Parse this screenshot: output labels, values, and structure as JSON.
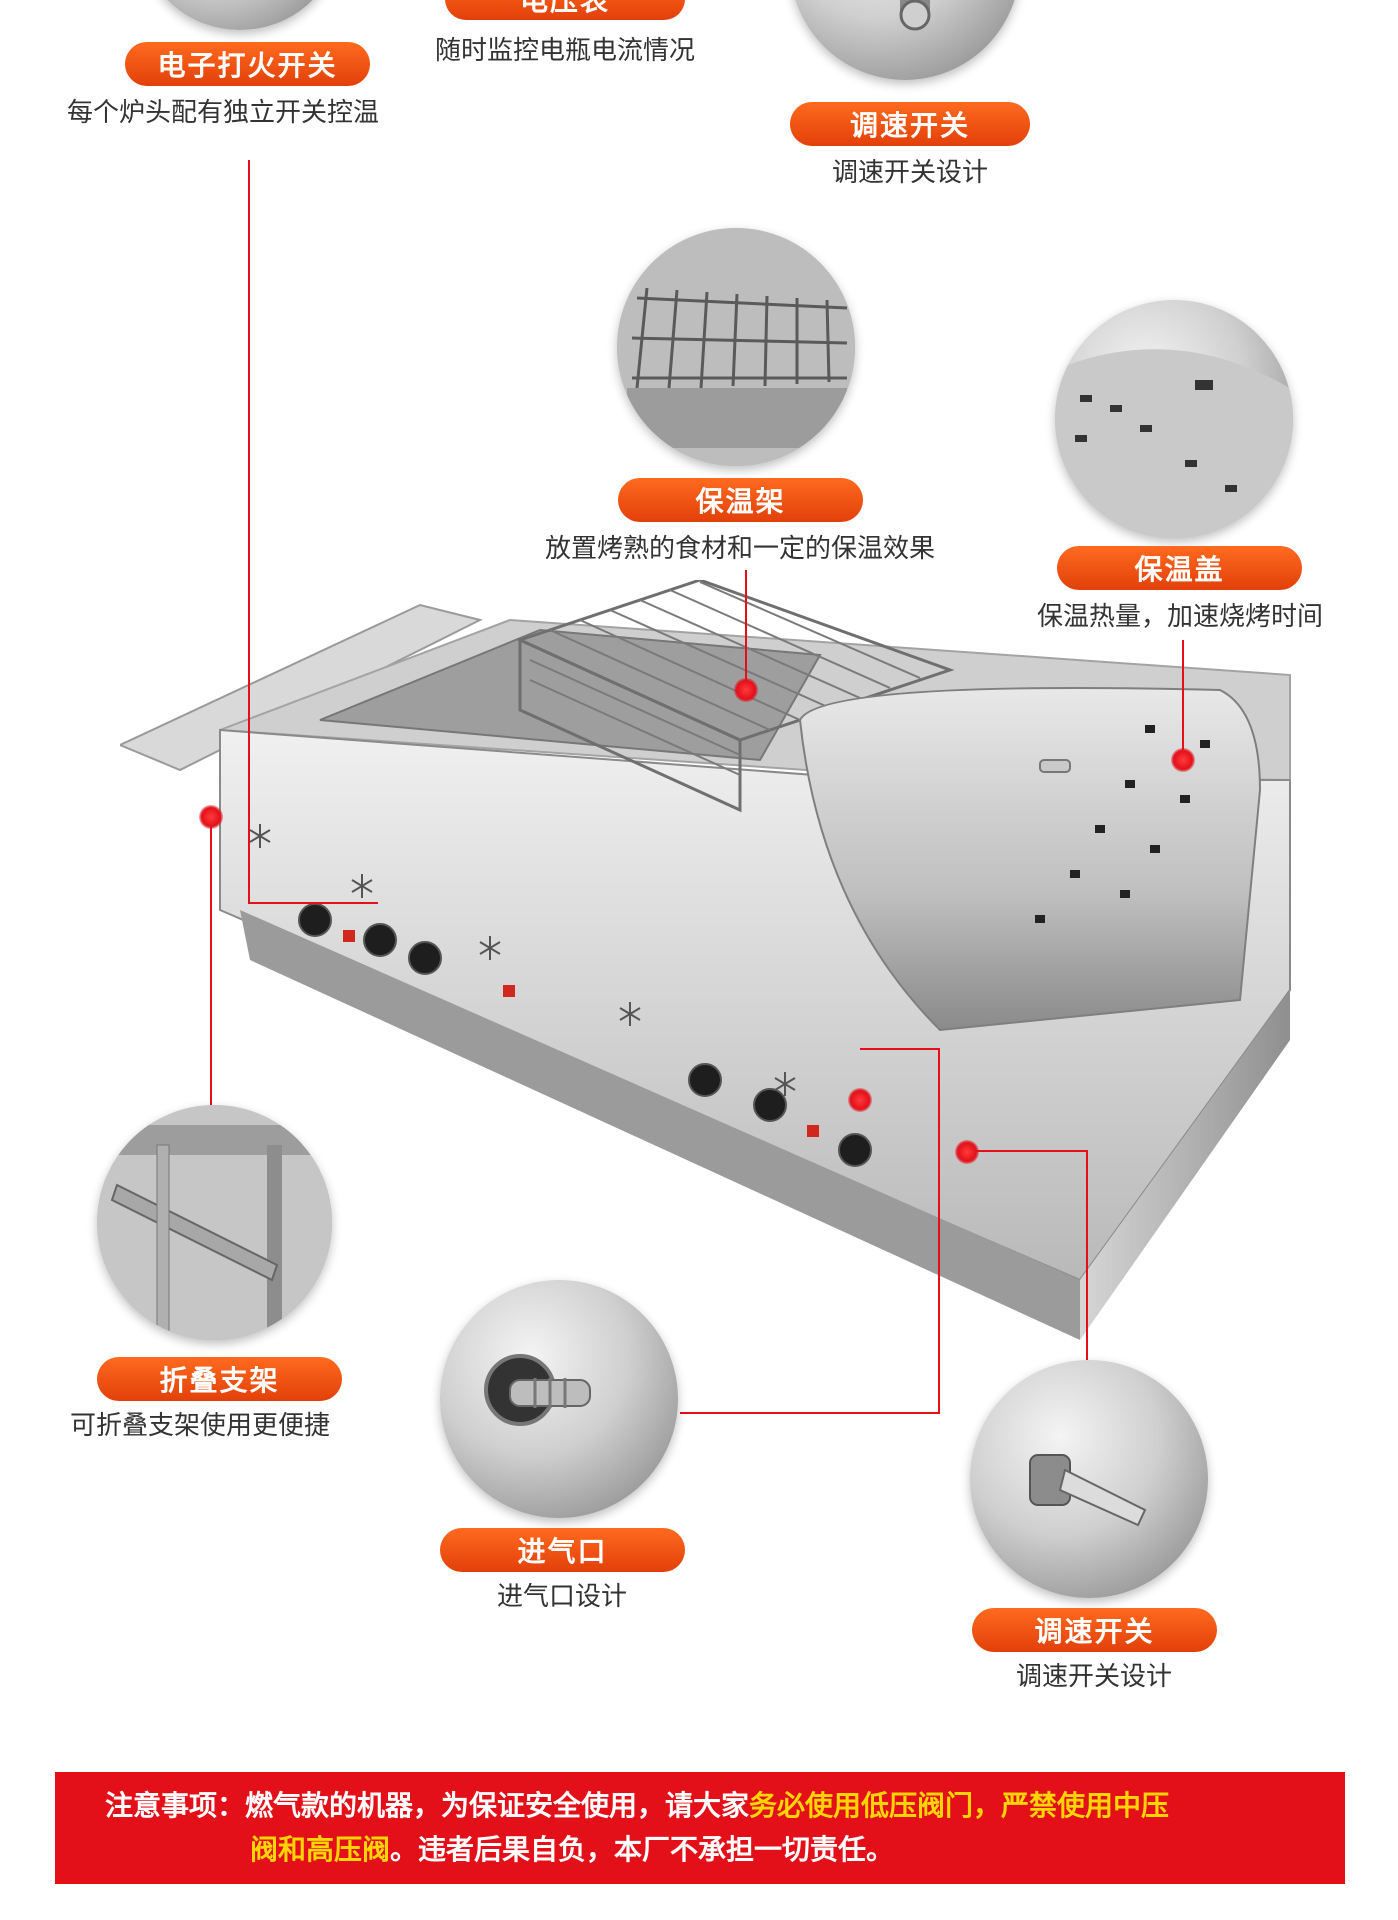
{
  "features": [
    {
      "id": "ignition",
      "title": "电子打火开关",
      "desc": "每个炉头配有独立开关控温"
    },
    {
      "id": "voltmeter",
      "title": "电压表",
      "desc": "随时监控电瓶电流情况"
    },
    {
      "id": "speed_top",
      "title": "调速开关",
      "desc": "调速开关设计"
    },
    {
      "id": "warming_rack",
      "title": "保温架",
      "desc": "放置烤熟的食材和一定的保温效果"
    },
    {
      "id": "warming_lid",
      "title": "保温盖",
      "desc": "保温热量，加速烧烤时间"
    },
    {
      "id": "folding_bracket",
      "title": "折叠支架",
      "desc": "可折叠支架使用更便捷"
    },
    {
      "id": "gas_inlet",
      "title": "进气口",
      "desc": "进气口设计"
    },
    {
      "id": "speed_bottom",
      "title": "调速开关",
      "desc": "调速开关设计"
    }
  ],
  "notice": {
    "part1": "注意事项：燃气款的机器，为保证安全使用，请大家",
    "highlight1": "务必使用低压阀门，严禁使用中压",
    "highlight2": "阀和高压阀",
    "part2": "。违者后果自负，本厂不承担一切责任。"
  },
  "colors": {
    "pill": "#e84a10",
    "line": "#e3101a",
    "notice_bg": "#e3101a",
    "notice_highlight": "#ffd400"
  }
}
